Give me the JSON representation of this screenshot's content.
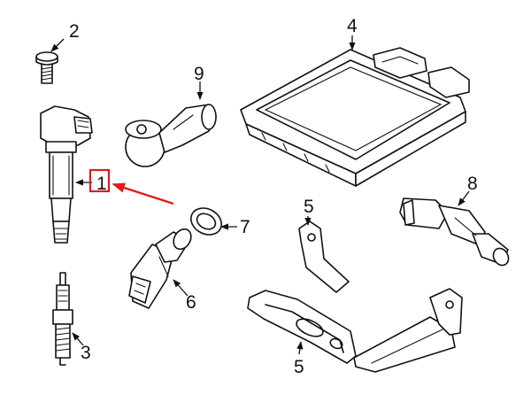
{
  "callouts": {
    "c1": "1",
    "c2": "2",
    "c3": "3",
    "c4": "4",
    "c5": "5",
    "c6": "6",
    "c7": "7",
    "c8": "8",
    "c9": "9"
  },
  "colors": {
    "line": "#111111",
    "highlight": "#e01b1b",
    "background": "#ffffff"
  },
  "highlighted_callout": "1"
}
